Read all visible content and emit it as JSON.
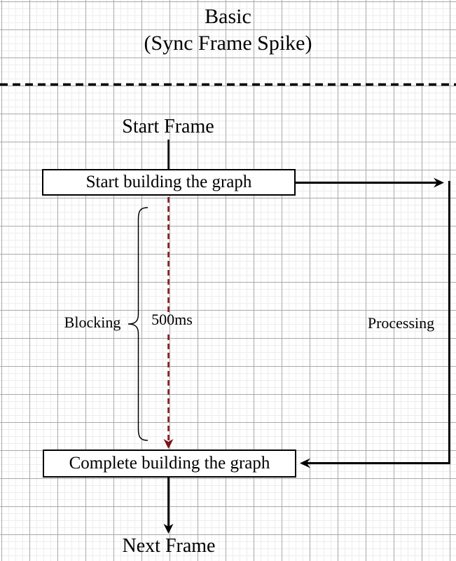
{
  "diagram": {
    "title": {
      "line1": "Basic",
      "line2": "(Sync Frame Spike)"
    },
    "nodes": {
      "start_frame": "Start Frame",
      "start_building": "Start building the graph",
      "complete_building": "Complete building the graph",
      "next_frame": "Next Frame"
    },
    "labels": {
      "blocking": "Blocking",
      "duration": "500ms",
      "processing": "Processing"
    },
    "colors": {
      "connector": "#000000",
      "duration_dash": "#7d1212",
      "node_fill": "#ffffff",
      "node_border": "#000000",
      "grid_minor": "#ededed",
      "grid_major": "#a9a9a9"
    }
  }
}
